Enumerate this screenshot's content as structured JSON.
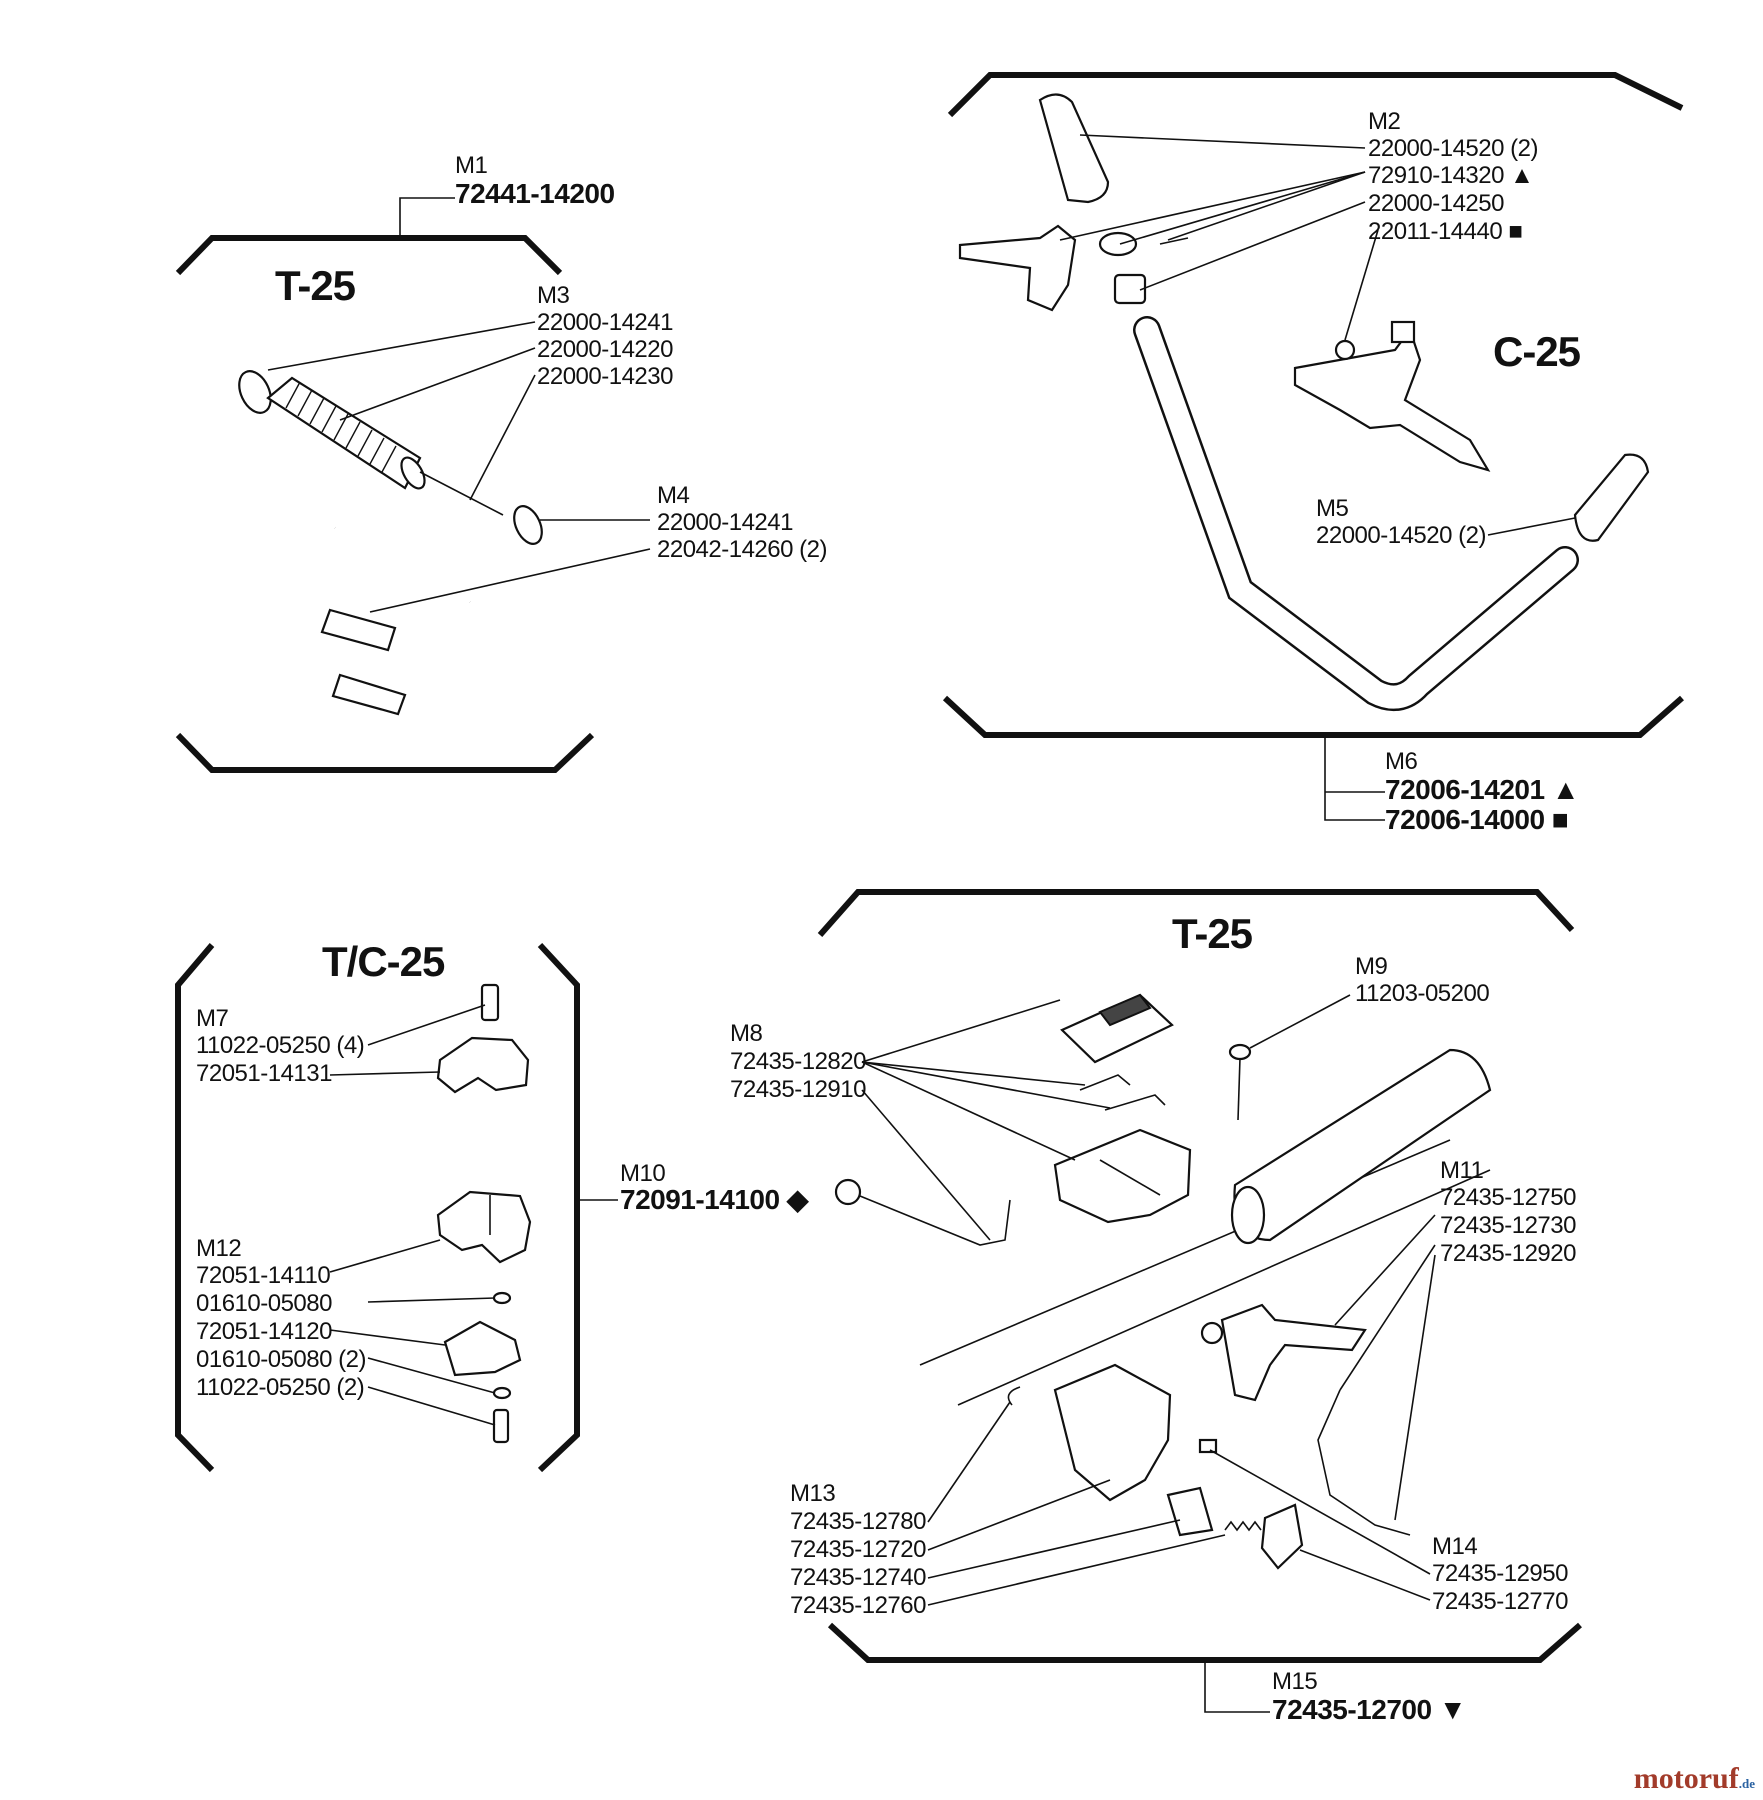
{
  "sections": {
    "top_left": {
      "model": "T-25",
      "assembly": {
        "id": "M1",
        "part": "72441-14200"
      },
      "m3": {
        "id": "M3",
        "parts": [
          "22000-14241",
          "22000-14220",
          "22000-14230"
        ]
      },
      "m4": {
        "id": "M4",
        "parts": [
          "22000-14241",
          "22042-14260 (2)"
        ]
      }
    },
    "top_right": {
      "model": "C-25",
      "m2": {
        "id": "M2",
        "parts": [
          "22000-14520 (2)",
          "72910-14320 ▲",
          "22000-14250",
          "22011-14440 ■"
        ]
      },
      "m5": {
        "id": "M5",
        "parts": [
          "22000-14520 (2)"
        ]
      },
      "assembly": {
        "id": "M6",
        "parts": [
          "72006-14201 ▲",
          "72006-14000 ■"
        ]
      }
    },
    "bottom_left": {
      "model": "T/C-25",
      "m7": {
        "id": "M7",
        "parts": [
          "11022-05250 (4)",
          "72051-14131"
        ]
      },
      "m10": {
        "id": "M10",
        "part": "72091-14100 ◆"
      },
      "m12": {
        "id": "M12",
        "parts": [
          "72051-14110",
          "01610-05080",
          "72051-14120",
          "01610-05080 (2)",
          "11022-05250 (2)"
        ]
      }
    },
    "bottom_right": {
      "model": "T-25",
      "m8": {
        "id": "M8",
        "parts": [
          "72435-12820",
          "72435-12910"
        ]
      },
      "m9": {
        "id": "M9",
        "parts": [
          "11203-05200"
        ]
      },
      "m11": {
        "id": "M11",
        "parts": [
          "72435-12750",
          "72435-12730",
          "72435-12920"
        ]
      },
      "m13": {
        "id": "M13",
        "parts": [
          "72435-12780",
          "72435-12720",
          "72435-12740",
          "72435-12760"
        ]
      },
      "m14": {
        "id": "M14",
        "parts": [
          "72435-12950",
          "72435-12770"
        ]
      },
      "assembly": {
        "id": "M15",
        "part": "72435-12700 ▼"
      }
    }
  },
  "watermark": {
    "brand": "motoruf",
    "suffix": ".de"
  }
}
